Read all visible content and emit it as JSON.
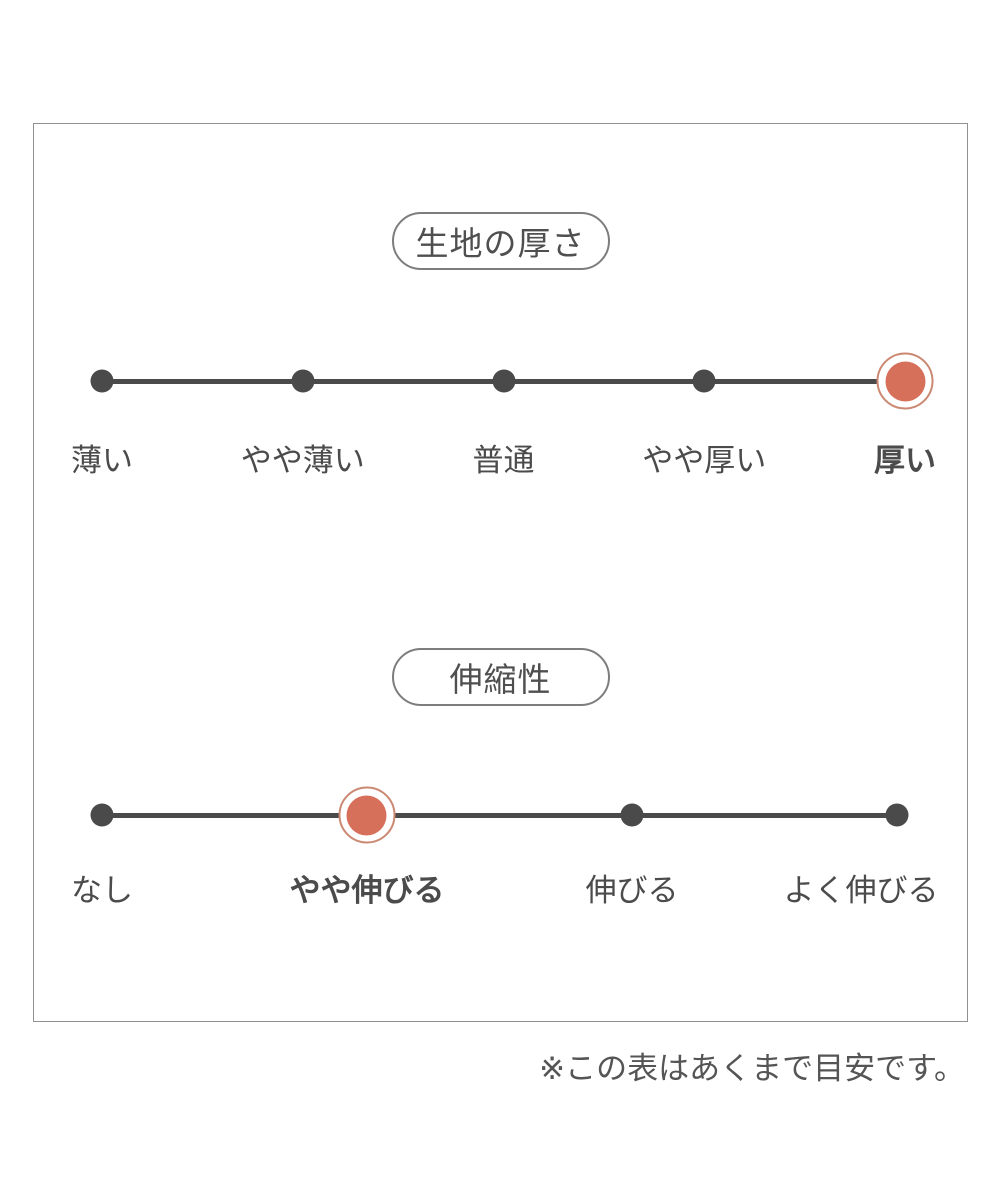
{
  "colors": {
    "accent": "#d7705b",
    "accent_ring": "#cb8973",
    "line": "#4a4a4a",
    "text": "#4b4b4b",
    "frame_border": "#919191"
  },
  "note": "※この表はあくまで目安です。",
  "chart_data": [
    {
      "type": "scale",
      "title": "生地の厚さ",
      "categories": [
        "薄い",
        "やや薄い",
        "普通",
        "やや厚い",
        "厚い"
      ],
      "selected_index": 4,
      "selected_label": "厚い"
    },
    {
      "type": "scale",
      "title": "伸縮性",
      "categories": [
        "なし",
        "やや伸びる",
        "伸びる",
        "よく伸びる"
      ],
      "selected_index": 1,
      "selected_label": "やや伸びる"
    }
  ]
}
